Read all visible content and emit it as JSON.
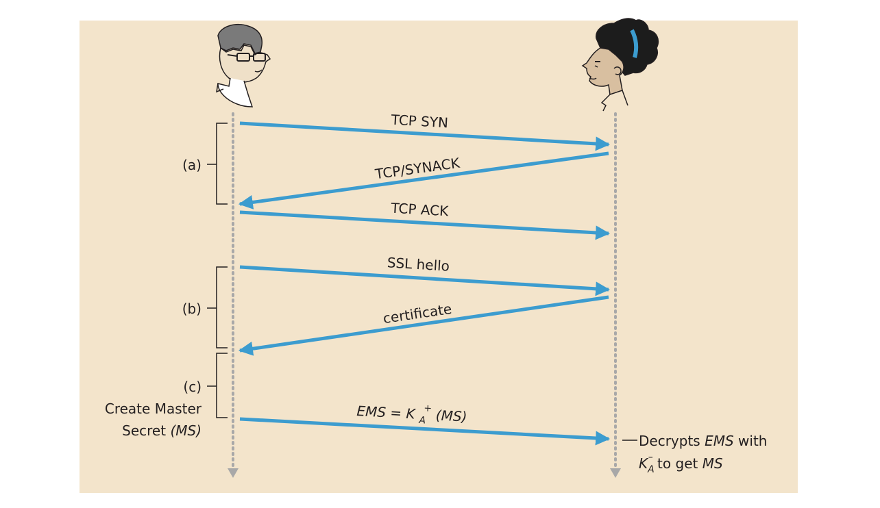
{
  "colors": {
    "background": "#f3e4cb",
    "arrow": "#3c9ccf",
    "lifeline": "#a8a8a8",
    "text": "#231f20"
  },
  "actors": {
    "left": {
      "icon": "man-with-glasses-icon"
    },
    "right": {
      "icon": "woman-with-headband-icon"
    }
  },
  "phases": [
    {
      "id": "a",
      "label": "(a)"
    },
    {
      "id": "b",
      "label": "(b)"
    },
    {
      "id": "c",
      "label": "(c)"
    }
  ],
  "messages": [
    {
      "label": "TCP SYN",
      "direction": "left-to-right"
    },
    {
      "label": "TCP/SYNACK",
      "direction": "right-to-left"
    },
    {
      "label": "TCP ACK",
      "direction": "left-to-right"
    },
    {
      "label": "SSL hello",
      "direction": "left-to-right"
    },
    {
      "label": "certificate",
      "direction": "right-to-left"
    },
    {
      "label_main": "EMS = K",
      "label_sub": "A",
      "label_sup": "+",
      "label_tail": " (MS)",
      "direction": "left-to-right"
    }
  ],
  "left_note": {
    "line1": "Create Master",
    "line2_prefix": "Secret ",
    "line2_italic": "(MS)"
  },
  "right_note": {
    "line1_prefix": "Decrypts ",
    "line1_italic": "EMS",
    "line1_suffix": " with",
    "line2_k": "K",
    "line2_sub": "A",
    "line2_sup": "–",
    "line2_mid": " to get ",
    "line2_italic": "MS"
  }
}
